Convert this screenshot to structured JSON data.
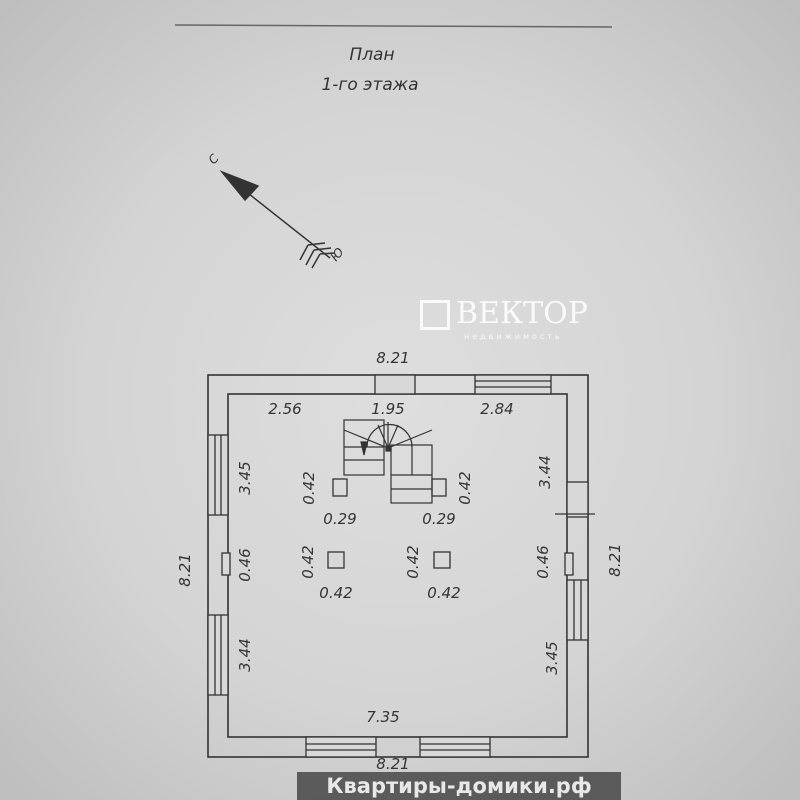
{
  "title": {
    "line1": "План",
    "line2": "1-го этажа"
  },
  "compass": {
    "north": "С",
    "south": "Ю"
  },
  "dimensions": {
    "outer_top": "8.21",
    "outer_bottom": "8.21",
    "outer_left": "8.21",
    "outer_right": "8.21",
    "inner_bottom": "7.35",
    "top_left_segment": "2.56",
    "top_middle_segment": "1.95",
    "top_right_segment": "2.84",
    "left_upper": "3.45",
    "left_middle": "0.46",
    "left_lower": "3.44",
    "right_upper": "3.44",
    "right_middle": "0.46",
    "right_lower": "3.45",
    "column_upper_left_h": "0.42",
    "column_upper_left_w": "0.29",
    "column_upper_right_h": "0.42",
    "column_upper_right_w": "0.29",
    "column_lower_left_h": "0.42",
    "column_lower_left_w": "0.42",
    "column_lower_right_h": "0.42",
    "column_lower_right_w": "0.42"
  },
  "watermarks": {
    "logo": "ВЕКТОР",
    "logo_sub": "недвижимость",
    "site": "Квартиры-домики.рф"
  }
}
